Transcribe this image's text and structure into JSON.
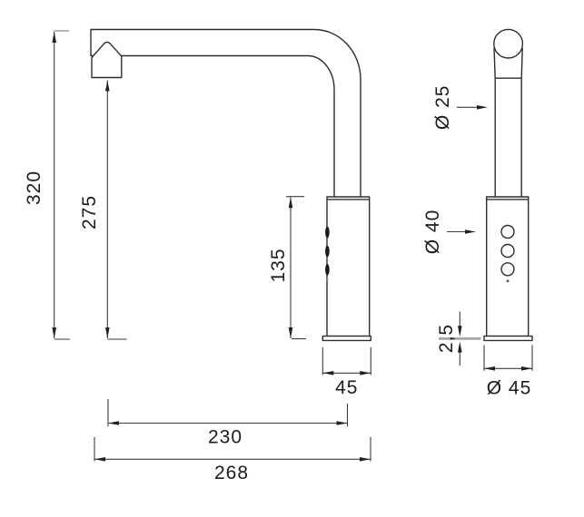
{
  "drawing": {
    "kind": "faucet technical dimension drawing",
    "dimensions": {
      "side_view": {
        "total_height": "320",
        "spout_outlet_height": "275",
        "body_height": "135",
        "body_width": "45",
        "spout_reach": "230",
        "overall_depth": "268"
      },
      "front_view": {
        "spout_diameter": "Ø 25",
        "body_diameter": "Ø 40",
        "base_plate_thickness": "2,5",
        "base_diameter": "Ø 45"
      }
    },
    "colors": {
      "background": "#ffffff",
      "outline": "#2e2e2e",
      "dimension_line": "#3c3c3c",
      "text": "#1c1c1c",
      "accent_gray": "#a8a8a8"
    }
  }
}
